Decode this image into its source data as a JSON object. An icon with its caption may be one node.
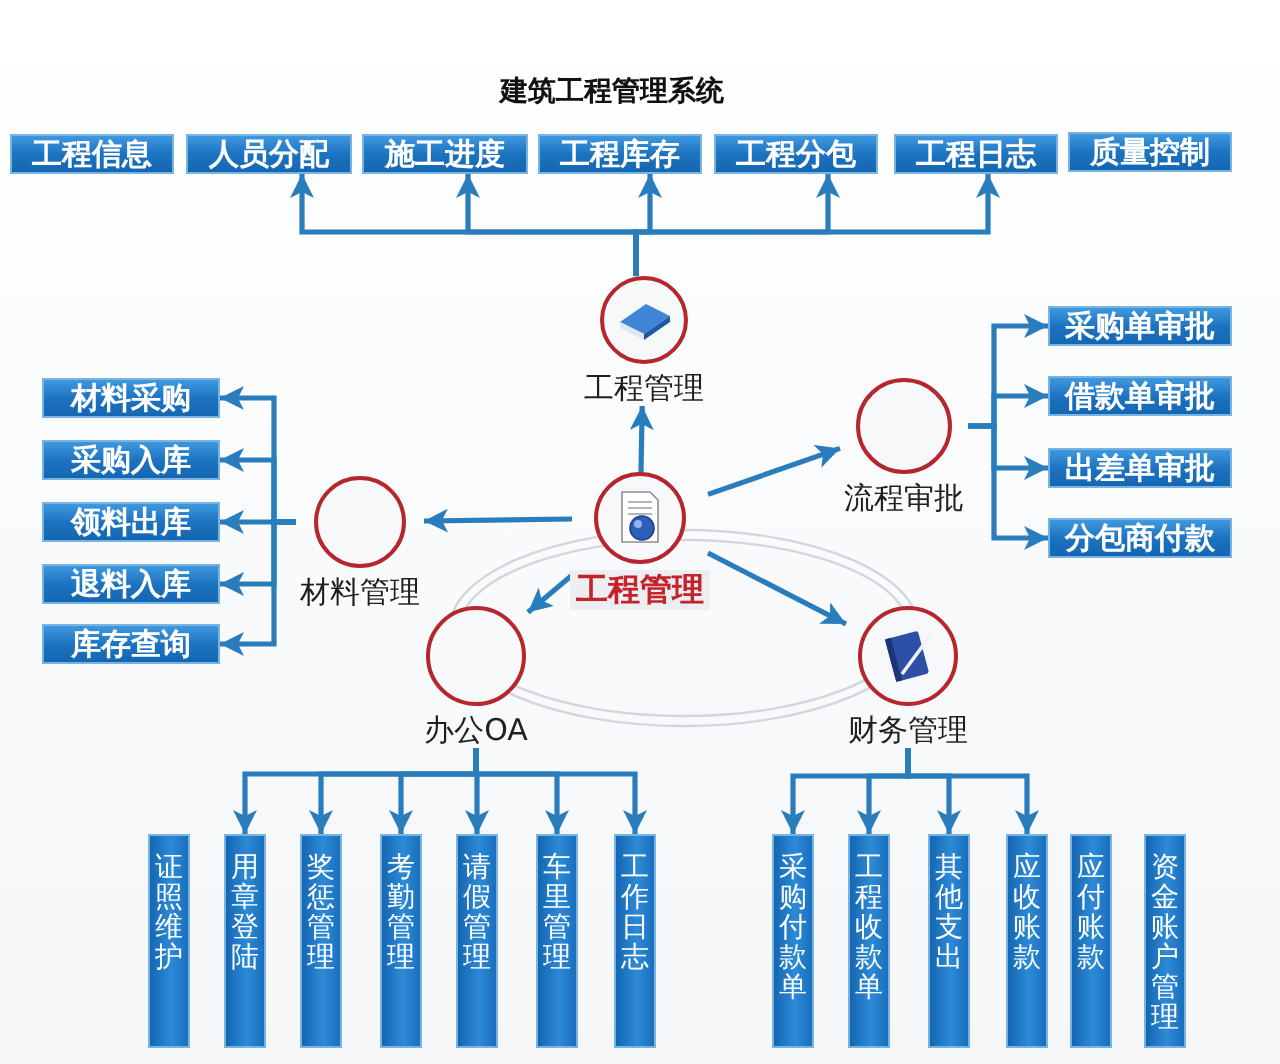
{
  "diagram": {
    "title": "建筑工程管理系统",
    "nodes": [
      {
        "text": [
          "工程信息"
        ]
      },
      {
        "text": [
          "人员分配"
        ]
      },
      {
        "text": [
          "施工进度"
        ]
      },
      {
        "text": [
          "工程库存"
        ]
      },
      {
        "text": [
          "工程分包"
        ]
      },
      {
        "text": [
          "工程日志"
        ]
      },
      {
        "text": [
          "质量控制"
        ]
      },
      {
        "text": [
          "工程管理"
        ]
      },
      {
        "text": [
          "材料采购"
        ]
      },
      {
        "text": [
          "采购入库"
        ]
      },
      {
        "text": [
          "领料出库"
        ]
      },
      {
        "text": [
          "退料入库"
        ]
      },
      {
        "text": [
          "库存查询"
        ]
      },
      {
        "text": [
          "流程审批"
        ]
      },
      {
        "text": [
          "采购单审批"
        ]
      },
      {
        "text": [
          "借款单审批"
        ]
      },
      {
        "text": [
          "出差单审批"
        ]
      },
      {
        "text": [
          "分包商付款"
        ]
      },
      {
        "text": [
          "材料管理"
        ]
      },
      {
        "text": [
          "工程管理"
        ]
      },
      {
        "text": [
          "办公OA"
        ]
      },
      {
        "text": [
          "财务管理"
        ]
      },
      {
        "text": [
          "证照维护"
        ]
      },
      {
        "text": [
          "用章登陆"
        ]
      },
      {
        "text": [
          "奖惩管理"
        ]
      },
      {
        "text": [
          "考勤管理"
        ]
      },
      {
        "text": [
          "请假管理"
        ]
      },
      {
        "text": [
          "车里管理"
        ]
      },
      {
        "text": [
          "工作日志"
        ]
      },
      {
        "text": [
          "采购付款单"
        ]
      },
      {
        "text": [
          "工程收款单"
        ]
      },
      {
        "text": [
          "其他支出"
        ]
      },
      {
        "text": [
          "应收账款"
        ]
      },
      {
        "text": [
          "应付账款"
        ]
      },
      {
        "text": [
          "资金账户管理"
        ]
      }
    ],
    "edges": [
      {
        "from": 7,
        "to": 1,
        "arrow": "to"
      },
      {
        "from": 7,
        "to": 2,
        "arrow": "to"
      },
      {
        "from": 7,
        "to": 3,
        "arrow": "to"
      },
      {
        "from": 7,
        "to": 4,
        "arrow": "to"
      },
      {
        "from": 7,
        "to": 5,
        "arrow": "to"
      },
      {
        "from": 19,
        "to": 7,
        "arrow": "to"
      },
      {
        "from": 19,
        "to": 18,
        "arrow": "to"
      },
      {
        "from": 19,
        "to": 13,
        "arrow": "to"
      },
      {
        "from": 19,
        "to": 20,
        "arrow": "to"
      },
      {
        "from": 19,
        "to": 21,
        "arrow": "to"
      },
      {
        "from": 18,
        "to": 8,
        "arrow": "to"
      },
      {
        "from": 18,
        "to": 9,
        "arrow": "to"
      },
      {
        "from": 18,
        "to": 10,
        "arrow": "to"
      },
      {
        "from": 18,
        "to": 11,
        "arrow": "to"
      },
      {
        "from": 18,
        "to": 12,
        "arrow": "to"
      },
      {
        "from": 13,
        "to": 14,
        "arrow": "to"
      },
      {
        "from": 13,
        "to": 15,
        "arrow": "to"
      },
      {
        "from": 13,
        "to": 16,
        "arrow": "to"
      },
      {
        "from": 13,
        "to": 17,
        "arrow": "to"
      },
      {
        "from": 20,
        "to": 23,
        "arrow": "to"
      },
      {
        "from": 20,
        "to": 24,
        "arrow": "to"
      },
      {
        "from": 20,
        "to": 25,
        "arrow": "to"
      },
      {
        "from": 20,
        "to": 26,
        "arrow": "to"
      },
      {
        "from": 20,
        "to": 27,
        "arrow": "to"
      },
      {
        "from": 20,
        "to": 28,
        "arrow": "to"
      },
      {
        "from": 21,
        "to": 29,
        "arrow": "to"
      },
      {
        "from": 21,
        "to": 30,
        "arrow": "to"
      },
      {
        "from": 21,
        "to": 31,
        "arrow": "to"
      },
      {
        "from": 21,
        "to": 32,
        "arrow": "to"
      }
    ]
  }
}
